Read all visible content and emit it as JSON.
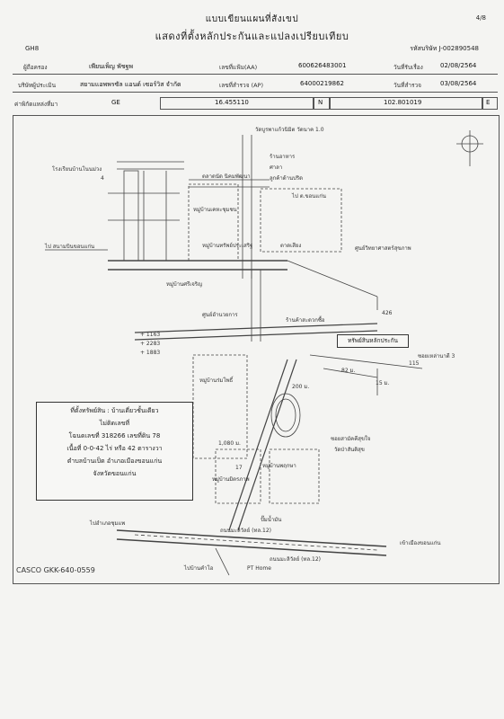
{
  "header": {
    "title_line1": "แบบเขียนแผนที่สังเขป",
    "title_line2": "แสดงที่ตั้งหลักประกันและแปลงเปรียบเทียบ",
    "page_number": "4/8",
    "form_code": "GH8",
    "ref_label": "รหัสบริษัท",
    "ref_value": "J-002890548"
  },
  "form": {
    "row1": {
      "owner_label": "ผู้ถือครอง",
      "owner_value": "เพียนเพ็ญ   พัชฐพ",
      "aa_label": "เลขที่แฟ้ม(AA)",
      "aa_value": "600626483001",
      "date1_label": "วันที่รับเรื่อง",
      "date1_value": "02/08/2564"
    },
    "row2": {
      "company_label": "บริษัทผู้ประเมิน",
      "company_value": "สยามแอพพรซัล แอนด์ เซอร์วิส จำกัด",
      "ap_label": "เลขที่สำรวจ (AP)",
      "ap_value": "64000219862",
      "date2_label": "วันที่สำรวจ",
      "date2_value": "03/08/2564"
    },
    "row3": {
      "gps_label": "ค่าพิกัดแหล่งที่มา",
      "gps_source": "GE",
      "lat": "16.455110",
      "n_label": "N",
      "lon": "102.801019",
      "e_label": "E"
    }
  },
  "map_labels": {
    "temple": "วัดบูรพาแก้วนิมิต วัดนาค 1.0",
    "shop": "ร้านอาหาร",
    "area": "ศาลา",
    "cafe": "ลูกค้าด้านปริด",
    "school": "โรงเรียนบ้านโนนม่วง",
    "to_khonkaen": "ไป ต.ขอนแก่น",
    "market": "ตลาดนัด นิคมพัฒนา",
    "village1": "หมู่บ้านเคหะชุมชน",
    "village2": "หมู่บ้านทรัพย์ประเสริฐ",
    "to_airport": "ไป สนามบินขอนแก่น",
    "health": "ศูนย์วิทยาศาสตร์สุขภาพ",
    "condo": "หมู่บ้านศรีเจริญ",
    "pond": "ตาดเสียง",
    "district_center": "ศูนย์อำนวยการ",
    "store": "ร้านค้าสะดวกซื้อ",
    "subject_box": "ทรัพย์สินหลักประกัน",
    "dist_82": "82 ม.",
    "dist_200": "200 ม.",
    "dist_1080": "1,080 ม.",
    "dist_15": "15 ม.",
    "soi": "ซอยเหล่านาดี 3",
    "village3": "หมู่บ้านร่มโพธิ์",
    "village4": "หมู่บ้านพฤกษา",
    "village5": "หมู่บ้านมิตรภาพ",
    "to_north": "ไปอำเภอชุมแพ",
    "to_city": "เข้าเมืองขอนแก่น",
    "road1": "ถนนมะลิวัลย์ (ทล.12)",
    "road2": "ถนนมะลิวัลย์ (ทล.12)",
    "to_south": "ไปบ้านคำโอ",
    "pt_home": "PT Home",
    "gas": "ปั๊มน้ำมัน",
    "wat_right": "วัดป่าสันติสุข",
    "soi_right": "ซอยสามัคคีสุขใจ",
    "r115": "115",
    "r426": "426",
    "r4": "4",
    "r17": "17",
    "scale1": "+ 1163",
    "scale2": "+ 2283",
    "scale3": "+ 1883"
  },
  "property": {
    "line1": "ที่ตั้งทรัพย์สิน : บ้านเดี่ยวชั้นเดียว",
    "line2": "ไม่ติดเลขที่",
    "line3": "โฉนดเลขที่  318266  เลขที่ดิน  78",
    "line4": "เนื้อที่ 0-0-42 ไร่  หรือ 42 ตารางวา",
    "line5": "ตำบลบ้านเป็ด  อำเภอเมืองขอนแก่น",
    "line6": "จังหวัดขอนแก่น"
  },
  "footer": {
    "casco": "CASCO  GKK-640-0559"
  }
}
